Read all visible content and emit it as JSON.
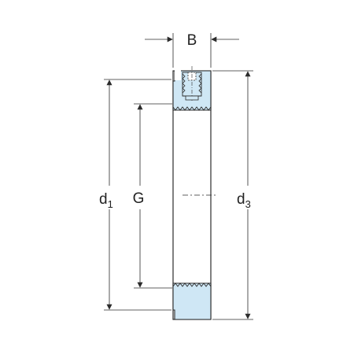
{
  "labels": {
    "width": "B",
    "outer_diameter_base": "d",
    "outer_diameter_sub": "1",
    "thread": "G",
    "ring_diameter_base": "d",
    "ring_diameter_sub": "3"
  },
  "colors": {
    "line": "#2b2b2b",
    "section_fill": "#cfe7f5",
    "body_fill": "#ffffff"
  }
}
